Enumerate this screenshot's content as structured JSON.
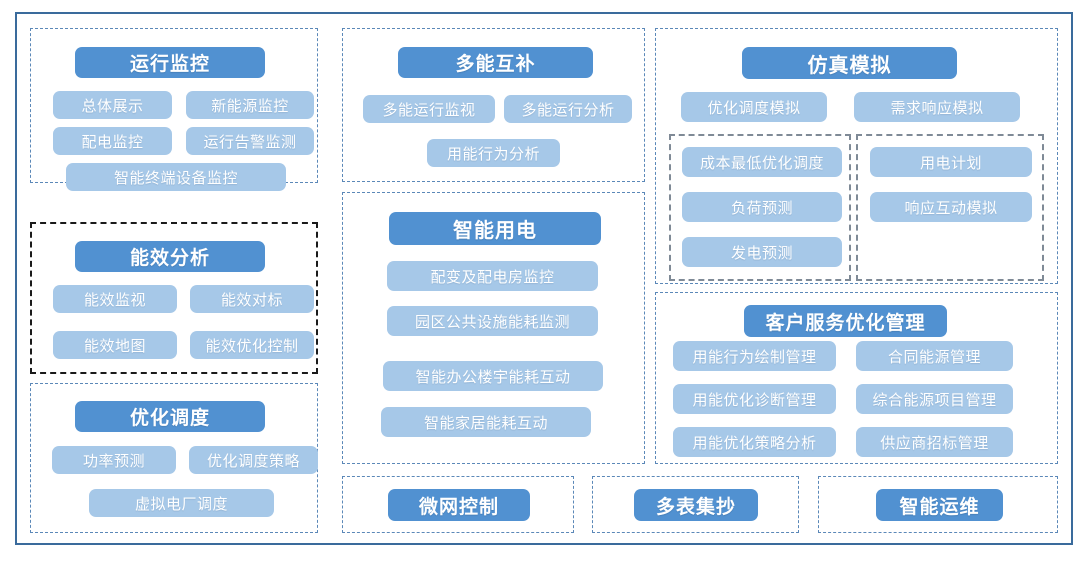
{
  "theme": {
    "outer_border": "#3a6b9c",
    "panel_border": "#5b88b8",
    "panel_border_dark": "#1a1a1a",
    "subbox_border": "#7f8a96",
    "header_pill": "#5191d1",
    "item_pill": "#a6c8e8",
    "pill_text": "#ffffff",
    "background": "#ffffff"
  },
  "panels": {
    "operation_monitoring": {
      "title": "运行监控",
      "items": [
        "总体展示",
        "新能源监控",
        "配电监控",
        "运行告警监测",
        "智能终端设备监控"
      ]
    },
    "efficiency_analysis": {
      "title": "能效分析",
      "items": [
        "能效监视",
        "能效对标",
        "能效地图",
        "能效优化控制"
      ]
    },
    "optimal_dispatch": {
      "title": "优化调度",
      "items": [
        "功率预测",
        "优化调度策略",
        "虚拟电厂调度"
      ]
    },
    "multi_energy": {
      "title": "多能互补",
      "items": [
        "多能运行监视",
        "多能运行分析",
        "用能行为分析"
      ]
    },
    "smart_electricity": {
      "title": "智能用电",
      "items": [
        "配变及配电房监控",
        "园区公共设施能耗监测",
        "智能办公楼宇能耗互动",
        "智能家居能耗互动"
      ]
    },
    "simulation": {
      "title": "仿真模拟",
      "items": [
        "优化调度模拟",
        "需求响应模拟"
      ],
      "subgroup_left": [
        "成本最低优化调度",
        "负荷预测",
        "发电预测"
      ],
      "subgroup_right": [
        "用电计划",
        "响应互动模拟"
      ]
    },
    "customer_service": {
      "title": "客户服务优化管理",
      "items_left": [
        "用能行为绘制管理",
        "用能优化诊断管理",
        "用能优化策略分析"
      ],
      "items_right": [
        "合同能源管理",
        "综合能源项目管理",
        "供应商招标管理"
      ]
    },
    "microgrid_control": {
      "title": "微网控制"
    },
    "multi_meter_reading": {
      "title": "多表集抄"
    },
    "smart_om": {
      "title": "智能运维"
    }
  }
}
